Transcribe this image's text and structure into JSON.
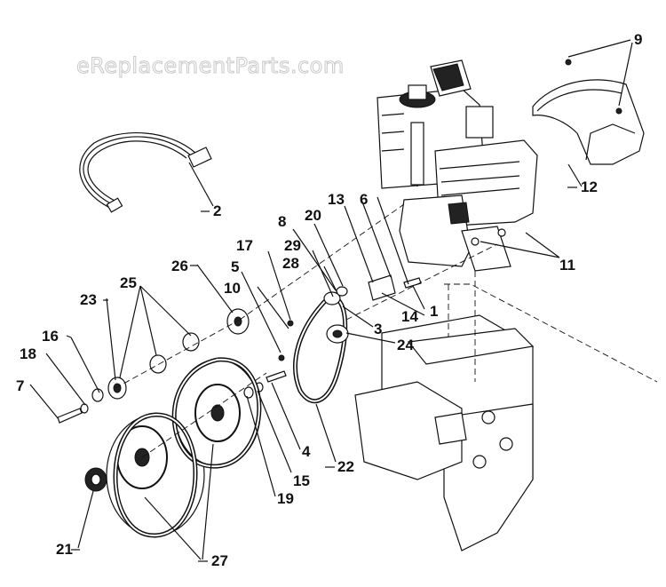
{
  "watermark": "eReplacementParts.com",
  "callouts": [
    {
      "id": "p2",
      "text": "2"
    },
    {
      "id": "p9",
      "text": "9"
    },
    {
      "id": "p12",
      "text": "12"
    },
    {
      "id": "p11",
      "text": "11"
    },
    {
      "id": "p8",
      "text": "8"
    },
    {
      "id": "p20",
      "text": "20"
    },
    {
      "id": "p13",
      "text": "13"
    },
    {
      "id": "p6",
      "text": "6"
    },
    {
      "id": "p17",
      "text": "17"
    },
    {
      "id": "p29",
      "text": "29"
    },
    {
      "id": "p28",
      "text": "28"
    },
    {
      "id": "p26",
      "text": "26"
    },
    {
      "id": "p5",
      "text": "5"
    },
    {
      "id": "p10",
      "text": "10"
    },
    {
      "id": "p25",
      "text": "25"
    },
    {
      "id": "p23",
      "text": "23"
    },
    {
      "id": "p14",
      "text": "14"
    },
    {
      "id": "p1",
      "text": "1"
    },
    {
      "id": "p3",
      "text": "3"
    },
    {
      "id": "p24",
      "text": "24"
    },
    {
      "id": "p16",
      "text": "16"
    },
    {
      "id": "p18",
      "text": "18"
    },
    {
      "id": "p7",
      "text": "7"
    },
    {
      "id": "p4",
      "text": "4"
    },
    {
      "id": "p15",
      "text": "15"
    },
    {
      "id": "p19",
      "text": "19"
    },
    {
      "id": "p22",
      "text": "22"
    },
    {
      "id": "p21",
      "text": "21"
    },
    {
      "id": "p27",
      "text": "27"
    }
  ]
}
